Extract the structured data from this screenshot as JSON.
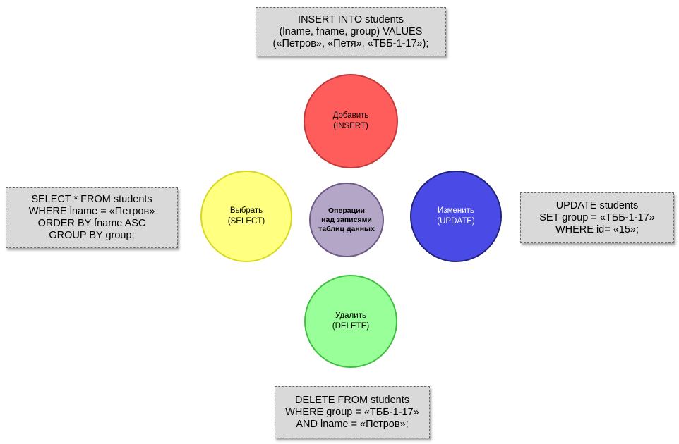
{
  "colors": {
    "insert_fill": "#ff5c5c",
    "select_fill": "#ffff80",
    "update_fill": "#4a4ae6",
    "delete_fill": "#99ff99",
    "center_fill": "#b3a6c6",
    "box_fill": "#d9d9d9"
  },
  "center": {
    "lines": [
      "Операции",
      "над записями",
      "таблиц данных"
    ]
  },
  "insert": {
    "circle_lines": [
      "Добавить",
      "(INSERT)"
    ],
    "box_lines": [
      "INSERT INTO students",
      "(lname, fname, group) VALUES",
      "(«Петров», «Петя», «ТББ-1-17»);"
    ]
  },
  "select": {
    "circle_lines": [
      "Выбрать",
      "(SELECT)"
    ],
    "box_lines": [
      "SELECT * FROM students",
      "WHERE lname = «Петров»",
      "ORDER BY fname ASC",
      "GROUP BY group;"
    ]
  },
  "update": {
    "circle_lines": [
      "Изменить",
      "(UPDATE)"
    ],
    "box_lines": [
      "UPDATE students",
      "SET group = «ТББ-1-17»",
      "WHERE id= «15»;"
    ]
  },
  "delete": {
    "circle_lines": [
      "Удалить",
      "(DELETE)"
    ],
    "box_lines": [
      "DELETE FROM students",
      "WHERE group = «ТББ-1-17»",
      "AND lname = «Петров»;"
    ]
  }
}
